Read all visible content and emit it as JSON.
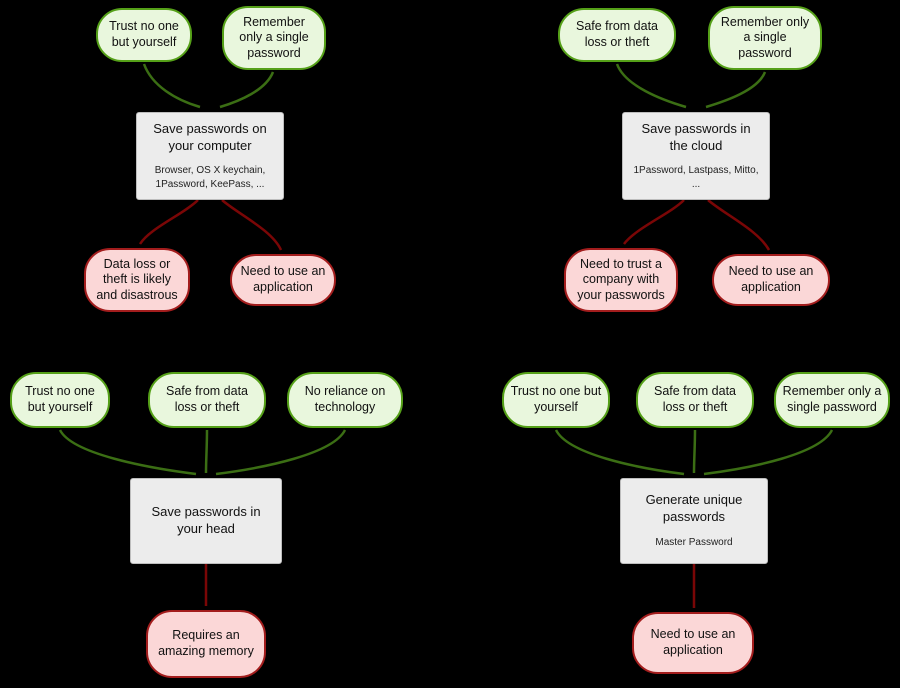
{
  "colors": {
    "background": "#000000",
    "pro_fill": "#e9f7dd",
    "pro_border": "#55a018",
    "pro_arrow": "#3b6e14",
    "con_fill": "#fbd7d7",
    "con_border": "#a31d1d",
    "con_arrow": "#7a0606",
    "center_fill": "#ececec",
    "center_border": "#bdbdbd",
    "text": "#111111"
  },
  "quadrants": [
    {
      "id": "computer",
      "center": {
        "title": "Save passwords on your computer",
        "subtitle": "Browser, OS X keychain, 1Password, KeePass, ..."
      },
      "pros": [
        "Trust no one but yourself",
        "Remember only a single password"
      ],
      "cons": [
        "Data loss or theft is likely and disastrous",
        "Need to use an application"
      ]
    },
    {
      "id": "cloud",
      "center": {
        "title": "Save passwords in the cloud",
        "subtitle": "1Password, Lastpass, Mitto, ..."
      },
      "pros": [
        "Safe from data loss or theft",
        "Remember only a single password"
      ],
      "cons": [
        "Need to trust a company with your passwords",
        "Need to use an application"
      ]
    },
    {
      "id": "head",
      "center": {
        "title": "Save passwords in your head",
        "subtitle": ""
      },
      "pros": [
        "Trust no one but yourself",
        "Safe from data loss or theft",
        "No reliance on technology"
      ],
      "cons": [
        "Requires an amazing memory"
      ]
    },
    {
      "id": "generate",
      "center": {
        "title": "Generate unique passwords",
        "subtitle": "Master Password"
      },
      "pros": [
        "Trust no one but yourself",
        "Safe from data loss or theft",
        "Remember only a single password"
      ],
      "cons": [
        "Need to use an application"
      ]
    }
  ]
}
